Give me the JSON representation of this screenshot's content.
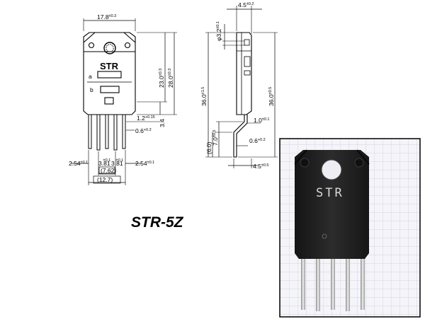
{
  "title": "STR-5Z",
  "marking": "STR",
  "pin_labels": {
    "a": "a",
    "b": "b"
  },
  "front": {
    "width_main": "17.8",
    "width_main_tol": "±0.3",
    "h_inner": "23.0",
    "h_inner_tol": "±0.3",
    "h_outer": "28.0",
    "h_outer_tol": "±0.3",
    "lead_gap": "3.4",
    "lead_w": "1.2",
    "lead_w_tol": "+0.15",
    "lead_t": "0.6",
    "lead_t_tol": "+0.2",
    "edge_l": "2.54",
    "edge_l_tol": "±0.1",
    "edge_r": "2.54",
    "edge_r_tol": "±0.1",
    "pitch_1": "3.81",
    "pitch_1_tol": "±0.1",
    "pitch_2": "3.81",
    "pitch_2_tol": "±0.1",
    "span_inner": "(7.62)",
    "span_outer": "(12.7)"
  },
  "side": {
    "thick": "4.5",
    "thick_tol": "±0.2",
    "hole": "φ3.2",
    "hole_tol": "±0.1",
    "h_total_l": "36.0",
    "h_total_l_tol": "±1.5",
    "h_total_r": "36.0",
    "h_total_r_tol": "±0.5",
    "bend_h": "7.0",
    "bend_h_tol": "±0.5",
    "bend_ext": "(6.0)",
    "lead_step": "1.0",
    "lead_step_tol": "±0.1",
    "lead_t": "0.6",
    "lead_t_tol": "+0.2",
    "foot": "4.5",
    "foot_tol": "±0.5"
  },
  "colors": {
    "ink": "#000000",
    "photo_bg": "#f4f4f9",
    "grid": "#c9c9db",
    "body": "#1e1e1e",
    "lead": "#b8b8b8"
  }
}
